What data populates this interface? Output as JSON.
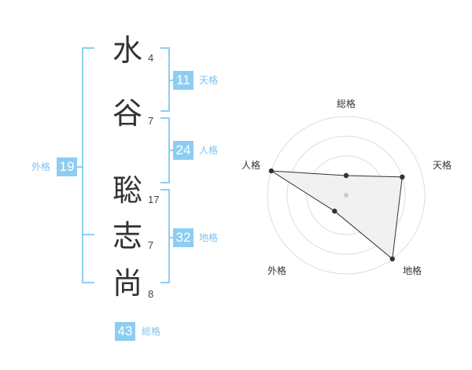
{
  "name_chars": [
    {
      "char": "水",
      "strokes": "4"
    },
    {
      "char": "谷",
      "strokes": "7"
    },
    {
      "char": "聡",
      "strokes": "17"
    },
    {
      "char": "志",
      "strokes": "7"
    },
    {
      "char": "尚",
      "strokes": "8"
    }
  ],
  "fortunes": {
    "tenkaku": {
      "value": "11",
      "label": "天格"
    },
    "jinkaku": {
      "value": "24",
      "label": "人格"
    },
    "chikaku": {
      "value": "32",
      "label": "地格"
    },
    "gaikaku": {
      "value": "19",
      "label": "外格"
    },
    "soukaku": {
      "value": "43",
      "label": "総格"
    }
  },
  "colors": {
    "accent": "#8ecdf2",
    "text": "#333333",
    "accent_text": "#7cc4ee"
  },
  "chart_data": {
    "type": "radar",
    "axes": [
      "総格",
      "天格",
      "地格",
      "外格",
      "人格"
    ],
    "values": [
      1,
      3,
      4,
      1,
      4
    ],
    "rlim": [
      0,
      4
    ],
    "grid": true
  }
}
